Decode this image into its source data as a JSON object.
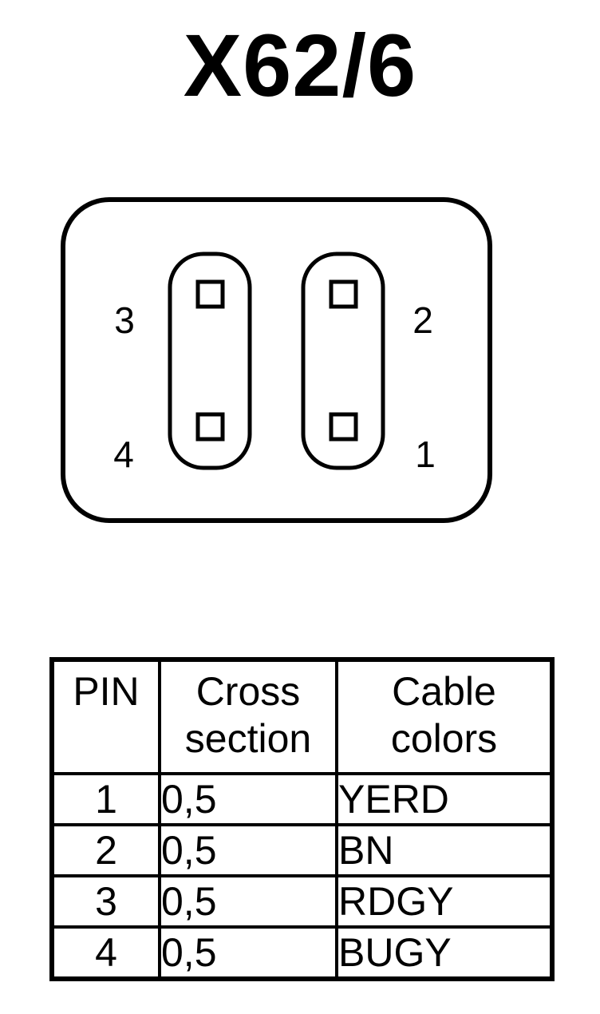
{
  "title": "X62/6",
  "connector": {
    "pins": [
      {
        "number": "1"
      },
      {
        "number": "2"
      },
      {
        "number": "3"
      },
      {
        "number": "4"
      }
    ]
  },
  "table": {
    "headers": [
      [
        "PIN"
      ],
      [
        "Cross",
        "section"
      ],
      [
        "Cable",
        "colors"
      ]
    ],
    "rows": [
      {
        "pin": "1",
        "cross_section": "0,5",
        "color": "YERD"
      },
      {
        "pin": "2",
        "cross_section": "0,5",
        "color": "BN"
      },
      {
        "pin": "3",
        "cross_section": "0,5",
        "color": "RDGY"
      },
      {
        "pin": "4",
        "cross_section": "0,5",
        "color": "BUGY"
      }
    ]
  }
}
